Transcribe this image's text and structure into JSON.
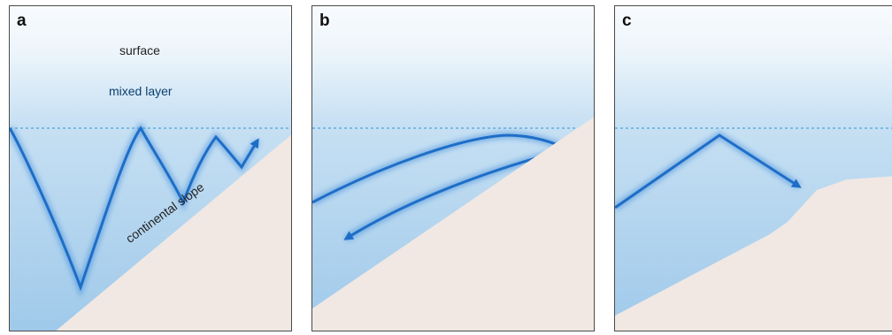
{
  "panels": [
    {
      "letter": "a"
    },
    {
      "letter": "b"
    },
    {
      "letter": "c"
    }
  ],
  "labels": {
    "surface": "surface",
    "mixed_layer": "mixed layer",
    "continental_slope": "continental slope"
  },
  "colors": {
    "water_top": "#f4f9fd",
    "water_deep": "#a9cfec",
    "mixed_layer_line": "#4fa4dc",
    "wave_ray": "#1e6ec8",
    "seabed": "#f1e8e3"
  }
}
